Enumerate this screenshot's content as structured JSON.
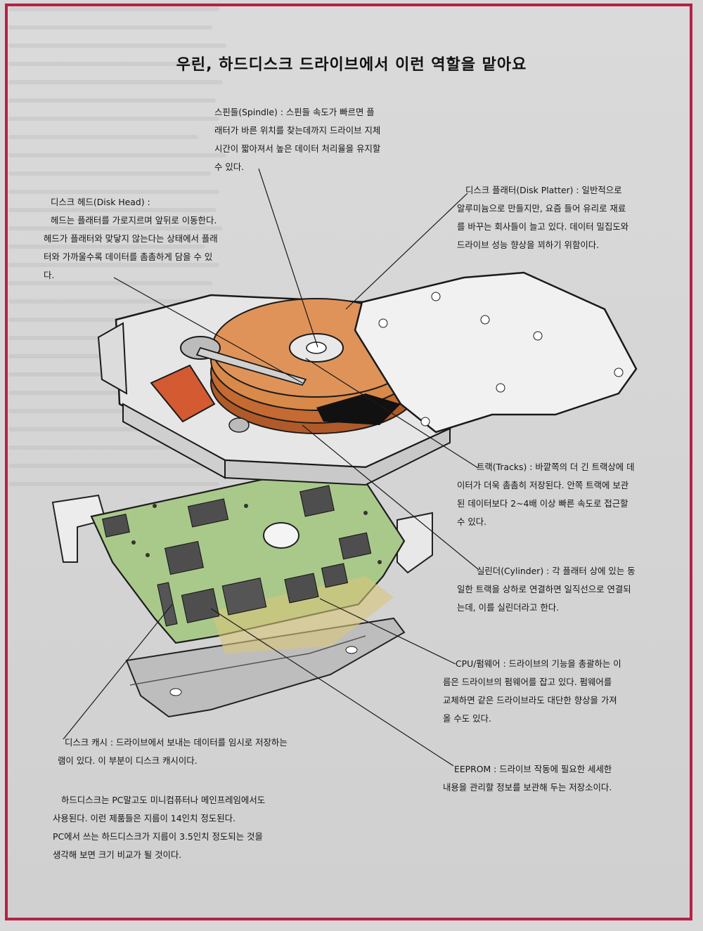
{
  "title": "우린, 하드디스크 드라이브에서 이런 역할을 맡아요",
  "annotations": {
    "spindle": {
      "lines": [
        "스핀들(Spindle) : 스핀들 속도가 빠르면 플",
        "래터가 바른 위치를 찾는데까지 드라이브 지체",
        "시간이 짧아져서 높은 데이터 처리율을 유지할",
        "수 있다."
      ]
    },
    "disk_head": {
      "lines": [
        "디스크 헤드(Disk Head) :",
        "헤드는 플래터를 가로지르며 앞뒤로 이동한다.",
        "헤드가 플래터와 맞닿지 않는다는 상태에서 플래",
        "터와 가까울수록 데이터를 촘촘하게 담을 수 있",
        "다."
      ]
    },
    "disk_platter": {
      "lines": [
        "디스크 플래터(Disk Platter) : 일반적으로",
        "알루미늄으로 만들지만, 요즘 들어 유리로 재료",
        "를 바꾸는 회사들이 늘고 있다. 데이터 밀집도와",
        "드라이브 성능 향상을 꾀하기 위함이다."
      ]
    },
    "tracks": {
      "lines": [
        "트랙(Tracks) : 바깥쪽의 더 긴 트랙상에 데",
        "이터가 더욱 촘촘히 저장된다. 안쪽 트랙에 보관",
        "된 데이터보다 2~4배 이상 빠른 속도로 접근할",
        "수 있다."
      ]
    },
    "cylinder": {
      "lines": [
        "실린더(Cylinder) : 각 플래터 상에 있는 동",
        "일한 트랙을 상하로 연결하면 일직선으로 연결되",
        "는데, 이를 실린더라고 한다."
      ]
    },
    "cpu_firmware": {
      "lines": [
        "CPU/펌웨어 : 드라이브의 기능을 총괄하는 이",
        "름은 드라이브의 펌웨어를 잡고 있다. 펌웨어를",
        "교체하면 같은 드라이브라도 대단한 향상을 가져",
        "올 수도 있다."
      ]
    },
    "disk_cache": {
      "lines": [
        "디스크 캐시 : 드라이브에서 보내는 데이터를 임시로 저장하는",
        "램이 있다. 이 부분이 디스크 캐시이다."
      ]
    },
    "eeprom": {
      "lines": [
        "EEPROM : 드라이브 작동에 필요한 세세한",
        "내용을 관리할 정보를 보관해 두는 저장소이다."
      ]
    }
  },
  "footer": {
    "lines": [
      "하드디스크는 PC말고도 미니컴퓨터나 메인프레임에서도",
      "사용된다. 이런 제품들은 지름이 14인치 정도된다.",
      "PC에서 쓰는 하드디스크가 지름이 3.5인치 정도되는 것을",
      "생각해 보면 크기 비교가 될 것이다."
    ]
  },
  "colors": {
    "frame": "#b42244",
    "platter": "#d9894a",
    "pcb": "#a9c98a",
    "chip": "#4e4e4e"
  }
}
